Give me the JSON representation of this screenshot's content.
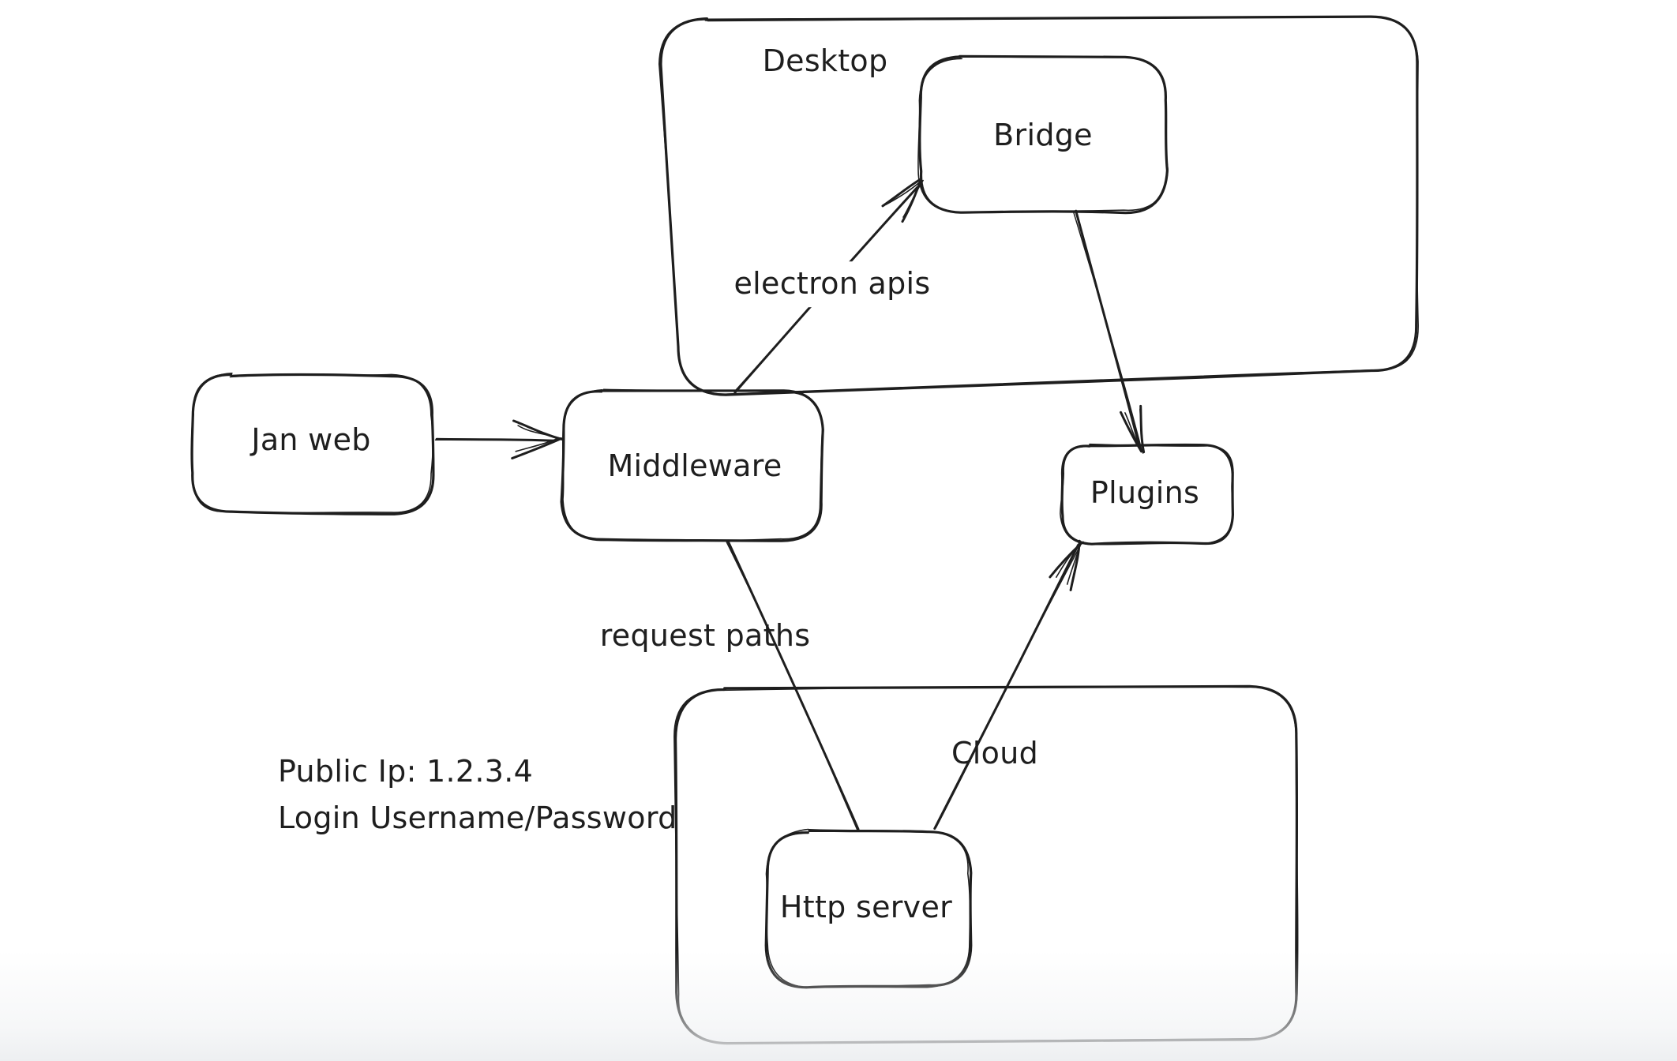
{
  "canvas": {
    "background_color": "#ffffff",
    "stroke_color": "#1e1e1e"
  },
  "containers": {
    "desktop": {
      "label": "Desktop"
    },
    "cloud": {
      "label": "Cloud"
    }
  },
  "nodes": {
    "jan_web": {
      "label": "Jan web"
    },
    "middleware": {
      "label": "Middleware"
    },
    "bridge": {
      "label": "Bridge"
    },
    "plugins": {
      "label": "Plugins"
    },
    "http_server": {
      "label": "Http server"
    }
  },
  "edge_labels": {
    "electron_apis": {
      "label": "electron apis"
    },
    "request_paths": {
      "label": "request paths"
    }
  },
  "edges": [
    {
      "from": "Jan web",
      "to": "Middleware",
      "label": "",
      "arrowhead": true
    },
    {
      "from": "Middleware",
      "to": "Bridge",
      "label": "electron apis",
      "arrowhead": true
    },
    {
      "from": "Bridge",
      "to": "Plugins",
      "label": "",
      "arrowhead": true
    },
    {
      "from": "Middleware",
      "to": "Http server",
      "label": "request paths",
      "arrowhead": false
    },
    {
      "from": "Http server",
      "to": "Plugins",
      "label": "",
      "arrowhead": true
    }
  ],
  "annotation": {
    "line1": "Public Ip: 1.2.3.4",
    "line2": "Login Username/Password"
  }
}
